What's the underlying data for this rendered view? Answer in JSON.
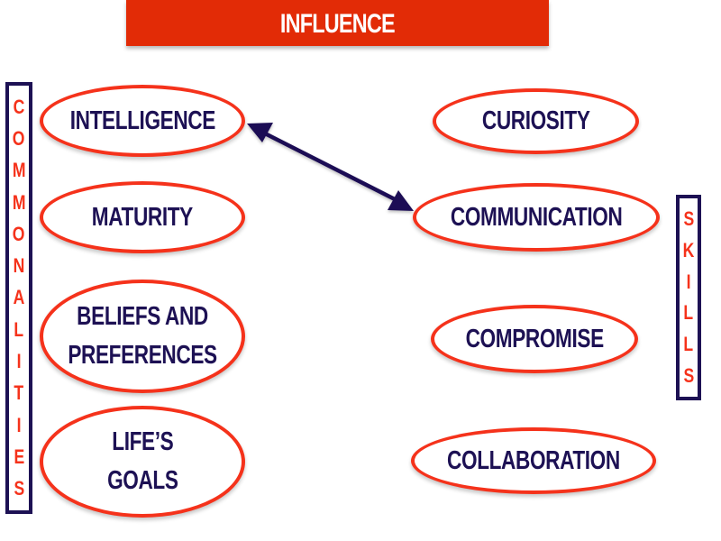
{
  "title": "INFLUENCE",
  "left_label": {
    "text": "COMMONALITIES",
    "letters": [
      "C",
      "O",
      "M",
      "M",
      "O",
      "N",
      "A",
      "L",
      "I",
      "T",
      "I",
      "E",
      "S"
    ]
  },
  "right_label": {
    "text": "SKILLS",
    "letters": [
      "S",
      "K",
      "I",
      "L",
      "L",
      "S"
    ]
  },
  "commonalities": [
    {
      "label": "INTELLIGENCE"
    },
    {
      "label": "MATURITY"
    },
    {
      "label": "BELIEFS AND\nPREFERENCES"
    },
    {
      "label": "LIFE’S\nGOALS"
    }
  ],
  "skills": [
    {
      "label": "CURIOSITY"
    },
    {
      "label": "COMMUNICATION"
    },
    {
      "label": "COMPROMISE"
    },
    {
      "label": "COLLABORATION"
    }
  ],
  "connector": {
    "type": "double-headed-arrow",
    "from": "INTELLIGENCE",
    "to": "COMMUNICATION"
  },
  "colors": {
    "title_bg": "#e22b06",
    "title_text": "#ffffff",
    "oval_border": "#f5321b",
    "label_text": "#1d1154",
    "side_box_border": "#1d1154",
    "side_letters": "#f5321b",
    "arrow": "#1d1154"
  }
}
